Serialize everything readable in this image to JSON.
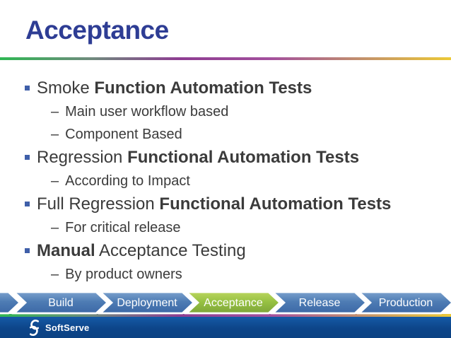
{
  "slide": {
    "title": "Acceptance",
    "sub_marker": "–",
    "bullets": [
      {
        "segments": [
          {
            "text": "Smoke ",
            "bold": false
          },
          {
            "text": "Function Automation Tests",
            "bold": true
          }
        ],
        "subs": [
          "Main user workflow based",
          "Component Based"
        ]
      },
      {
        "segments": [
          {
            "text": "Regression ",
            "bold": false
          },
          {
            "text": "Functional Automation Tests",
            "bold": true
          }
        ],
        "subs": [
          "According to Impact"
        ]
      },
      {
        "segments": [
          {
            "text": "Full Regression ",
            "bold": false
          },
          {
            "text": "Functional Automation Tests",
            "bold": true
          }
        ],
        "subs": [
          "For critical release"
        ]
      },
      {
        "segments": [
          {
            "text": "Manual",
            "bold": true
          },
          {
            "text": " Acceptance Testing",
            "bold": false
          }
        ],
        "subs": [
          "By product owners"
        ]
      }
    ],
    "pipeline": {
      "stages": [
        {
          "label": "Build",
          "active": false
        },
        {
          "label": "Deployment",
          "active": false
        },
        {
          "label": "Acceptance",
          "active": true
        },
        {
          "label": "Release",
          "active": false
        },
        {
          "label": "Production",
          "active": false
        }
      ],
      "active_color": "#8fbc3f",
      "inactive_color": "#4e7cb4"
    },
    "footer": {
      "logo_text": "SoftServe",
      "background": "#0d4589"
    },
    "colors": {
      "title": "#2e3d94",
      "body_text": "#3b3b3b",
      "bullet_square": "#3f5fa9",
      "gradient_line": [
        "#2fb753",
        "#6f8b7d",
        "#8e3d92",
        "#a3509d",
        "#c2906c",
        "#ecc936"
      ]
    }
  }
}
